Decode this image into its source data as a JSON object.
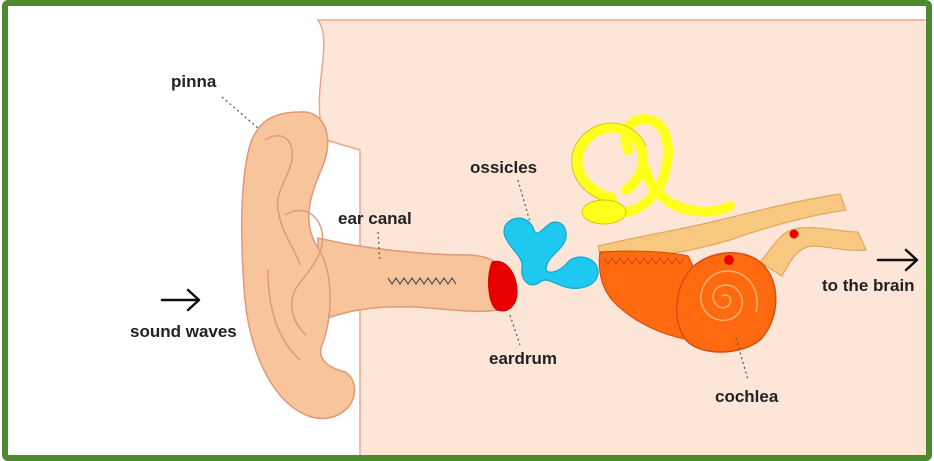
{
  "labels": {
    "pinna": "pinna",
    "ear_canal": "ear canal",
    "ossicles": "ossicles",
    "sound_waves": "sound waves",
    "eardrum": "eardrum",
    "cochlea": "cochlea",
    "to_the_brain": "to the brain"
  },
  "arrows": {
    "sound_waves_arrow": "→",
    "to_the_brain_arrow": "→"
  },
  "colors": {
    "frame": "#4d8a2f",
    "skin": "#fde6d8",
    "outline": "#e8a888",
    "pinna_fill": "#f8c49c",
    "eardrum": "#e80000",
    "ossicles": "#1ec8ee",
    "semicircular_canals": "#ffff1e",
    "nerve": "#f8c880",
    "cochlea": "#ff6a10",
    "cochlea_dark": "#d45010"
  }
}
